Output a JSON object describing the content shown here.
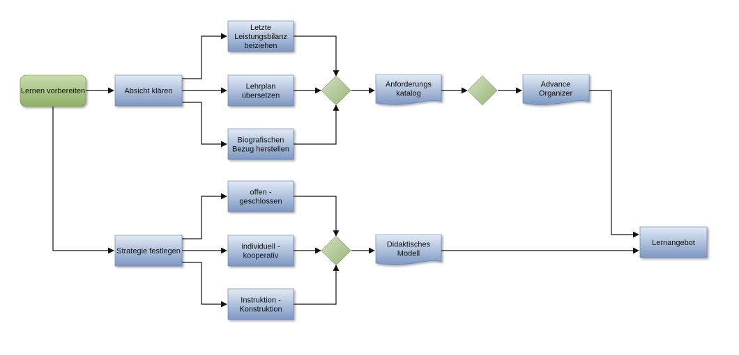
{
  "colors": {
    "start_top": "#c9dcaa",
    "start_bottom": "#8fb068",
    "box_top": "#e3ebf6",
    "box_bottom": "#7d98c3",
    "gateway_top": "#d2e2bd",
    "gateway_bottom": "#98b37c",
    "line": "#111111"
  },
  "nodes": {
    "lernen_vorbereiten": {
      "lines": [
        "Lernen vorbereiten"
      ]
    },
    "absicht_klaeren": {
      "lines": [
        "Absicht klären"
      ]
    },
    "leistungsbilanz": {
      "lines": [
        "Letzte",
        "Leistungsbilanz",
        "beiziehen"
      ]
    },
    "lehrplan": {
      "lines": [
        "Lehrplan",
        "übersetzen"
      ]
    },
    "biografischen_bezug": {
      "lines": [
        "Biografischen",
        "Bezug herstellen"
      ]
    },
    "anforderungskatalog": {
      "lines": [
        "Anforderungs",
        "katalog"
      ]
    },
    "advance_organizer": {
      "lines": [
        "Advance",
        "Organizer"
      ]
    },
    "strategie_festlegen": {
      "lines": [
        "Strategie festlegen"
      ]
    },
    "offen_geschlossen": {
      "lines": [
        "offen -",
        "geschlossen"
      ]
    },
    "individuell_kooperativ": {
      "lines": [
        "individuell -",
        "kooperativ"
      ]
    },
    "instruktion_konstruktion": {
      "lines": [
        "Instruktion -",
        "Konstruktion"
      ]
    },
    "didaktisches_modell": {
      "lines": [
        "Didaktisches",
        "Modell"
      ]
    },
    "lernangebot": {
      "lines": [
        "Lernangebot"
      ]
    }
  }
}
